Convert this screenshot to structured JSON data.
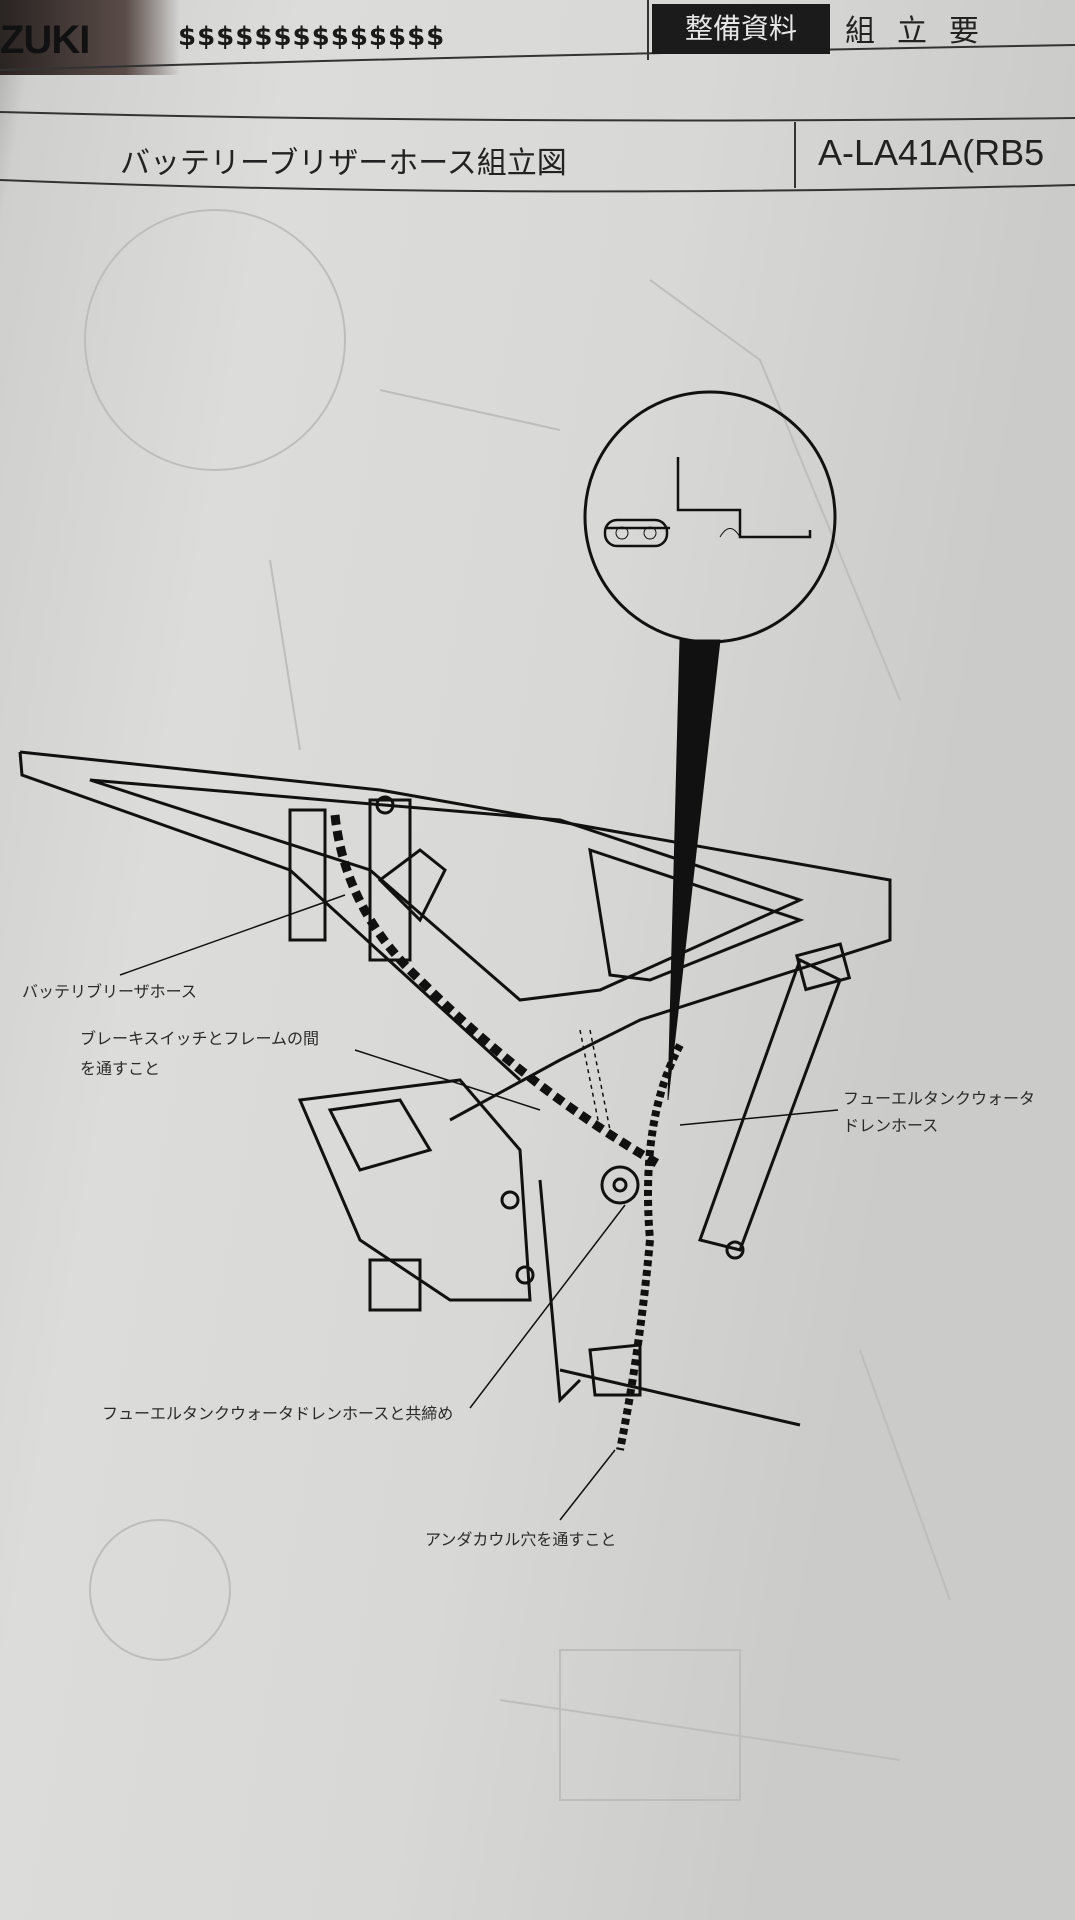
{
  "header": {
    "brand_logo": "ZUKI",
    "brand_pattern": "$$$$$$$$$$$$$$",
    "category_badge": "整備資料",
    "section_title": "組立要"
  },
  "page": {
    "title": "バッテリーブリザーホース組立図",
    "model_code": "A-LA41A(RB5"
  },
  "diagram": {
    "labels": {
      "battery_breather_hose": "バッテリブリーザホース",
      "brake_switch_line1": "ブレーキスイッチとフレームの間",
      "brake_switch_line2": "を通すこと",
      "fuel_drain_line1": "フューエルタンクウォータ",
      "fuel_drain_line2": "ドレンホース",
      "clamp_together": "フューエルタンクウォータドレンホースと共締め",
      "under_cowl": "アンダカウル穴を通すこと"
    }
  }
}
